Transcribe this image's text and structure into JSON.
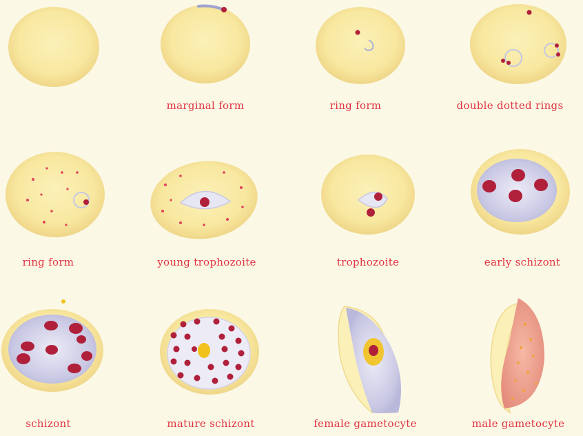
{
  "figure": {
    "cells": [
      {
        "id": "blank-cell",
        "label": ""
      },
      {
        "id": "marginal-form",
        "label": "marginal form"
      },
      {
        "id": "ring-form-1",
        "label": "ring form"
      },
      {
        "id": "double-dotted-rings",
        "label": "double dotted rings"
      },
      {
        "id": "ring-form-2",
        "label": "ring form"
      },
      {
        "id": "young-trophozoite",
        "label": "young trophozoite"
      },
      {
        "id": "trophozoite",
        "label": "trophozoite"
      },
      {
        "id": "early-schizont",
        "label": "early schizont"
      },
      {
        "id": "schizont",
        "label": "schizont"
      },
      {
        "id": "mature-schizont",
        "label": "mature schizont"
      },
      {
        "id": "female-gametocyte",
        "label": "female gametocyte"
      },
      {
        "id": "male-gametocyte",
        "label": "male gametocyte"
      }
    ]
  },
  "colors": {
    "background": "#fbf8e6",
    "cell_fill": "#f8e9a6",
    "cell_edge": "#efd98a",
    "parasite_red": "#b0203a",
    "stippling_red": "#e0425a",
    "cytoplasm_blue": "#c9c8e4",
    "pigment_yellow": "#f2c21c",
    "label_red": "#e0323f",
    "male_pink": "#eda08c"
  }
}
